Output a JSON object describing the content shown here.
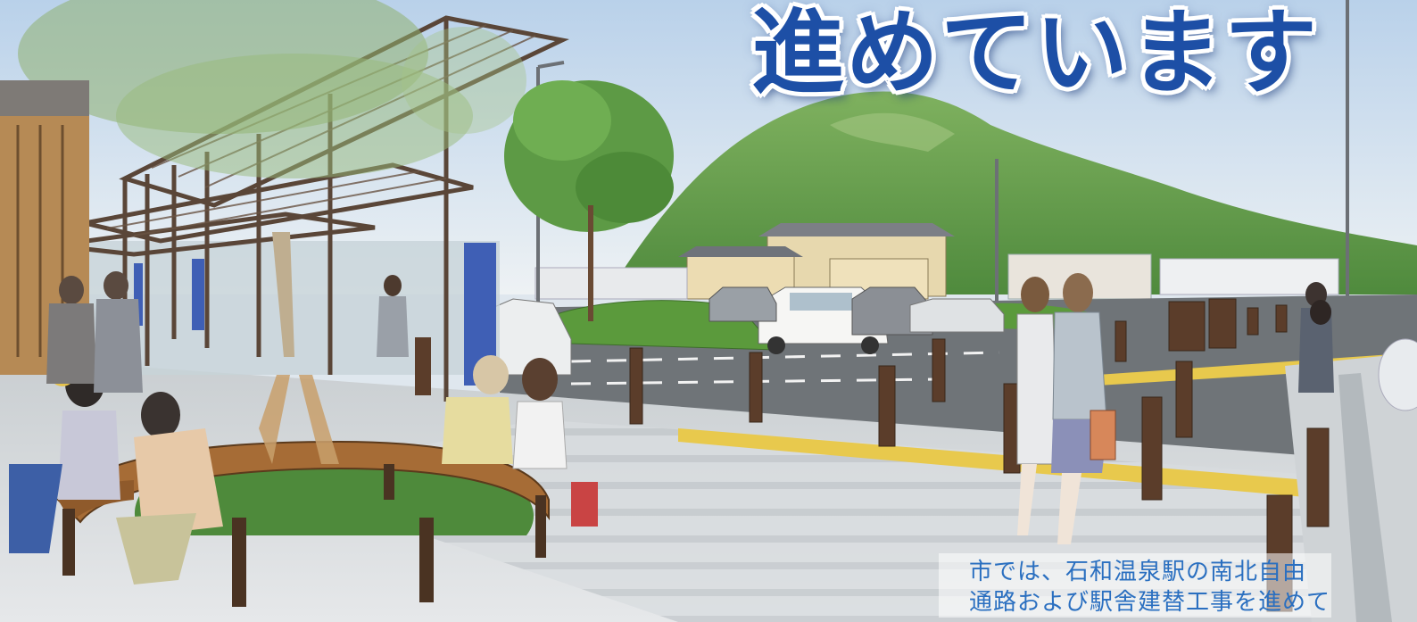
{
  "headline": {
    "text": "進めています",
    "color": "#1d4fa6"
  },
  "caption": {
    "line1": "市では、石和温泉駅の南北自由",
    "line2": "通路および駅舎建替工事を進めて",
    "color": "#2a6fc0"
  }
}
